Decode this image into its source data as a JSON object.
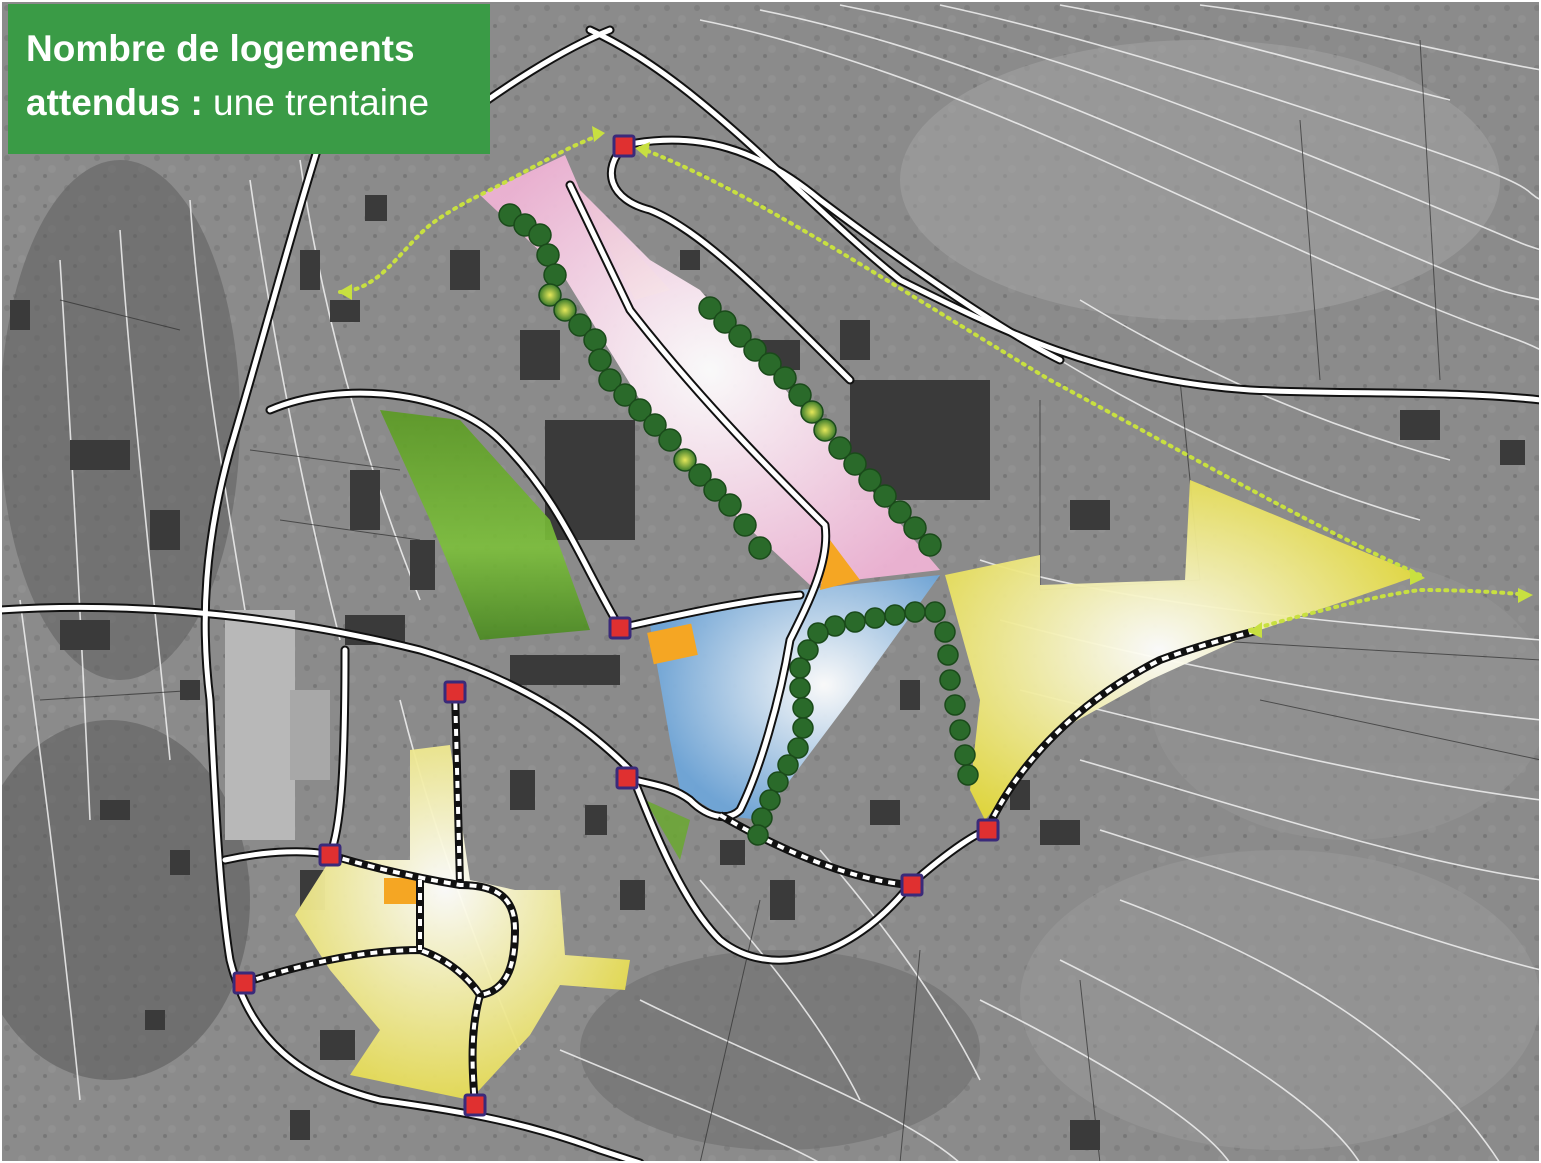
{
  "map": {
    "title_line1": "Nombre de logements",
    "title_line2_bold": "attendus :",
    "title_line2_regular": " une trentaine"
  },
  "colors": {
    "title_bg": "#3a9b46",
    "background": "#8a8a8a",
    "road": "#ffffff",
    "node": "#e03030",
    "zone_pink": "#f0b8d8",
    "zone_blue": "#7fb0dc",
    "zone_yellow": "#e8e060",
    "zone_green": "#5a9a2a",
    "zone_orange": "#f5a623",
    "tree": "#2a6a2a",
    "path_dots": "#c8e040"
  }
}
